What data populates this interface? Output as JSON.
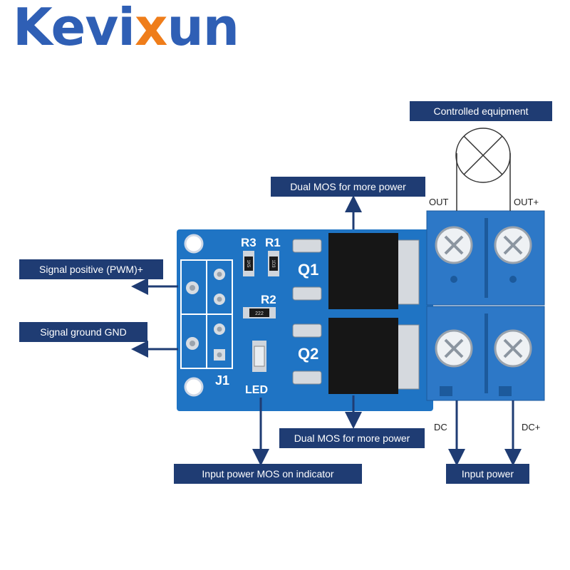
{
  "brand": {
    "prefix": "Kevi",
    "accent": "x",
    "suffix": "un"
  },
  "callouts": {
    "controlled_equipment": "Controlled equipment",
    "dual_mos_top": "Dual MOS for more power",
    "dual_mos_bottom": "Dual MOS for more power",
    "signal_positive": "Signal positive (PWM)+",
    "signal_ground": "Signal ground GND",
    "input_power_mos_indicator": "Input power MOS on indicator",
    "input_power": "Input power"
  },
  "terminals": {
    "out_minus": "OUT",
    "out_plus": "OUT+",
    "dc_minus": "DC",
    "dc_plus": "DC+"
  },
  "board": {
    "r3": "R3",
    "r1": "R1",
    "r2": "R2",
    "q1": "Q1",
    "q2": "Q2",
    "j1": "J1",
    "led": "LED",
    "r3_code": "1K5",
    "r1_code": "1D3",
    "r2_code": "222"
  },
  "colors": {
    "pcb": "#1f74c4",
    "label_bg": "#1f3c73",
    "terminal": "#2d78c7",
    "logo_blue": "#2f5fb5",
    "logo_orange": "#ef7d1a"
  }
}
